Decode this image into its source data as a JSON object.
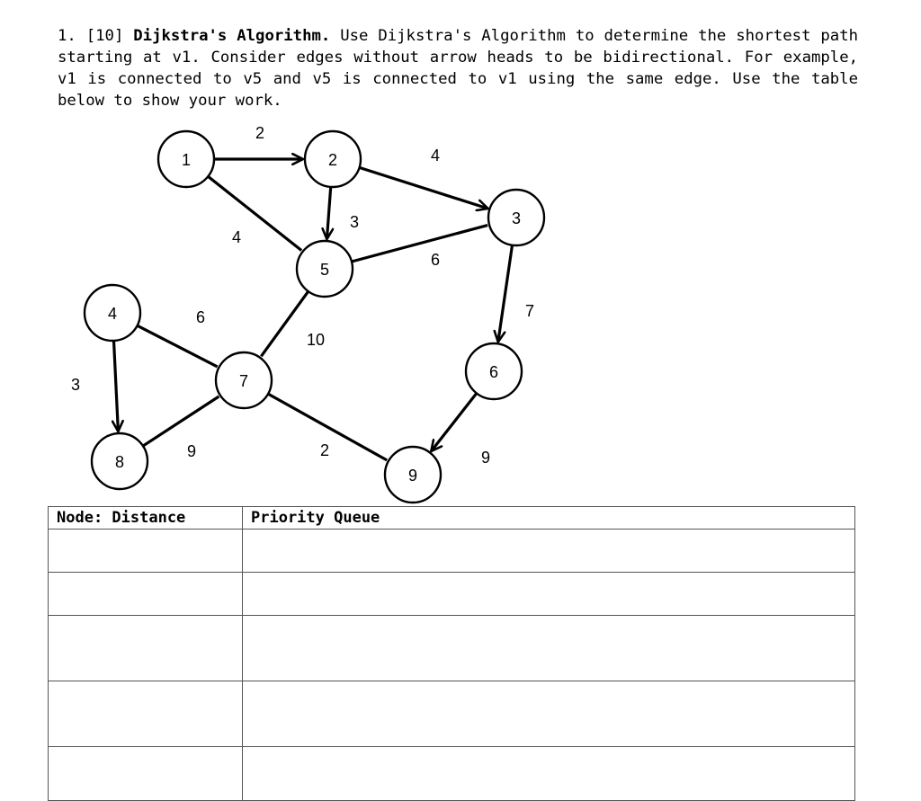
{
  "question": {
    "number": "1.",
    "points": "[10]",
    "title": "Dijkstra's Algorithm.",
    "text": "Use Dijkstra's Algorithm to determine the shortest path starting at v1.  Consider edges without arrow heads to be bidirectional. For example, v1 is connected to v5 and v5 is connected to v1 using the same edge. Use the table below to show your work."
  },
  "graph": {
    "nodes": [
      {
        "id": "1",
        "label": "1"
      },
      {
        "id": "2",
        "label": "2"
      },
      {
        "id": "3",
        "label": "3"
      },
      {
        "id": "4",
        "label": "4"
      },
      {
        "id": "5",
        "label": "5"
      },
      {
        "id": "6",
        "label": "6"
      },
      {
        "id": "7",
        "label": "7"
      },
      {
        "id": "8",
        "label": "8"
      },
      {
        "id": "9",
        "label": "9"
      }
    ],
    "edges": [
      {
        "from": "1",
        "to": "2",
        "weight": "2",
        "directed": true
      },
      {
        "from": "2",
        "to": "3",
        "weight": "4",
        "directed": true
      },
      {
        "from": "1",
        "to": "5",
        "weight": "4",
        "directed": false
      },
      {
        "from": "2",
        "to": "5",
        "weight": "3",
        "directed": true
      },
      {
        "from": "5",
        "to": "3",
        "weight": "6",
        "directed": false
      },
      {
        "from": "3",
        "to": "6",
        "weight": "7",
        "directed": true
      },
      {
        "from": "5",
        "to": "7",
        "weight": "10",
        "directed": false
      },
      {
        "from": "4",
        "to": "7",
        "weight": "6",
        "directed": false
      },
      {
        "from": "4",
        "to": "8",
        "weight": "3",
        "directed": true
      },
      {
        "from": "8",
        "to": "7",
        "weight": "9",
        "directed": false
      },
      {
        "from": "7",
        "to": "9",
        "weight": "2",
        "directed": false
      },
      {
        "from": "6",
        "to": "9",
        "weight": "9",
        "directed": true
      }
    ]
  },
  "table": {
    "headers": [
      "Node: Distance",
      "Priority Queue"
    ],
    "rows": [
      [
        "",
        ""
      ],
      [
        "",
        ""
      ],
      [
        "",
        ""
      ],
      [
        "",
        ""
      ],
      [
        "",
        ""
      ]
    ]
  }
}
